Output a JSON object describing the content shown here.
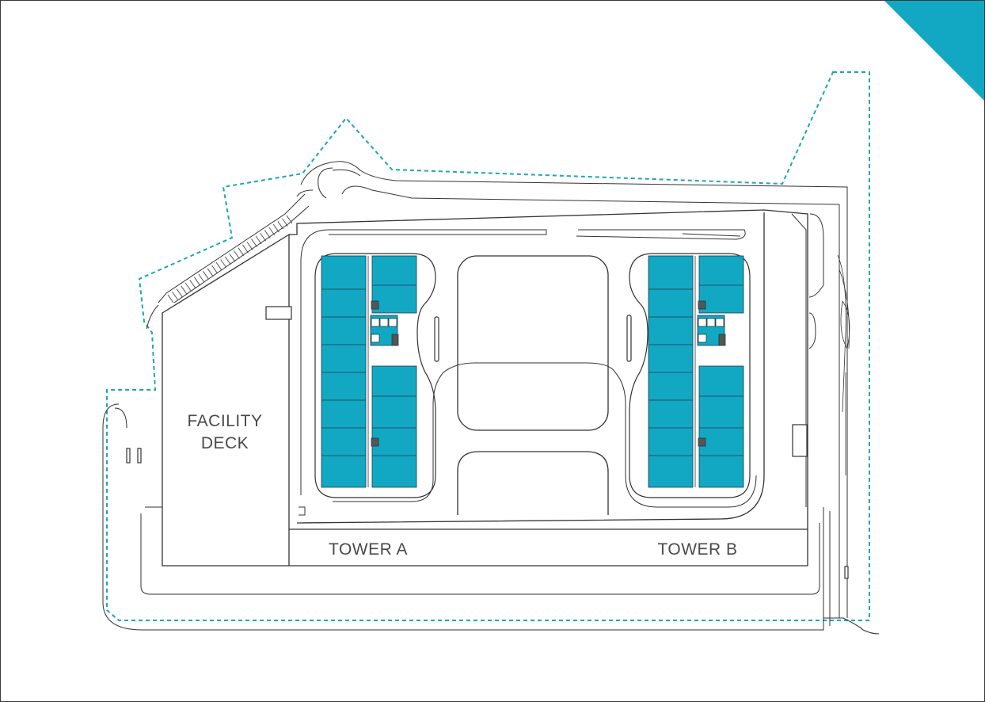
{
  "labels": {
    "facility_line1": "FACILITY",
    "facility_line2": "DECK",
    "tower_a": "TOWER A",
    "tower_b": "TOWER B"
  },
  "colors": {
    "unit": "#12a8c4",
    "boundary": "#1aa6b7",
    "line": "#333333",
    "corner": "#12a8c4"
  }
}
